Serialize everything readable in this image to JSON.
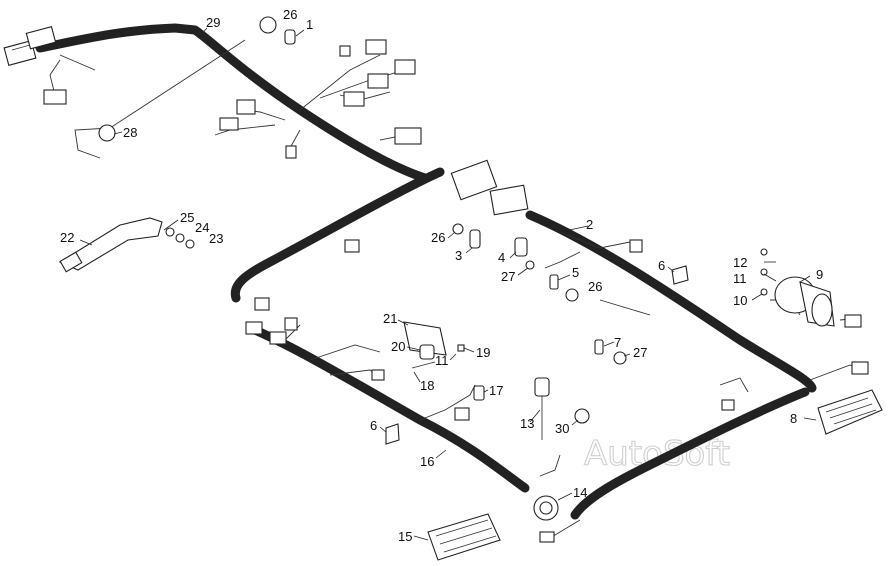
{
  "watermark": "AutoSoft",
  "callouts": [
    {
      "id": "c29",
      "text": "29"
    },
    {
      "id": "c26a",
      "text": "26"
    },
    {
      "id": "c1",
      "text": "1"
    },
    {
      "id": "c28",
      "text": "28"
    },
    {
      "id": "c25",
      "text": "25"
    },
    {
      "id": "c24",
      "text": "24"
    },
    {
      "id": "c23",
      "text": "23"
    },
    {
      "id": "c22",
      "text": "22"
    },
    {
      "id": "c2",
      "text": "2"
    },
    {
      "id": "c26b",
      "text": "26"
    },
    {
      "id": "c3",
      "text": "3"
    },
    {
      "id": "c4",
      "text": "4"
    },
    {
      "id": "c5",
      "text": "5"
    },
    {
      "id": "c27a",
      "text": "27"
    },
    {
      "id": "c26c",
      "text": "26"
    },
    {
      "id": "c6a",
      "text": "6"
    },
    {
      "id": "c12",
      "text": "12"
    },
    {
      "id": "c11a",
      "text": "11"
    },
    {
      "id": "c10",
      "text": "10"
    },
    {
      "id": "c9",
      "text": "9"
    },
    {
      "id": "c21",
      "text": "21"
    },
    {
      "id": "c20",
      "text": "20"
    },
    {
      "id": "c11b",
      "text": "11"
    },
    {
      "id": "c19",
      "text": "19"
    },
    {
      "id": "c18",
      "text": "18"
    },
    {
      "id": "c7",
      "text": "7"
    },
    {
      "id": "c27b",
      "text": "27"
    },
    {
      "id": "c17",
      "text": "17"
    },
    {
      "id": "c13",
      "text": "13"
    },
    {
      "id": "c30",
      "text": "30"
    },
    {
      "id": "c8",
      "text": "8"
    },
    {
      "id": "c6b",
      "text": "6"
    },
    {
      "id": "c16",
      "text": "16"
    },
    {
      "id": "c14",
      "text": "14"
    },
    {
      "id": "c15",
      "text": "15"
    }
  ]
}
